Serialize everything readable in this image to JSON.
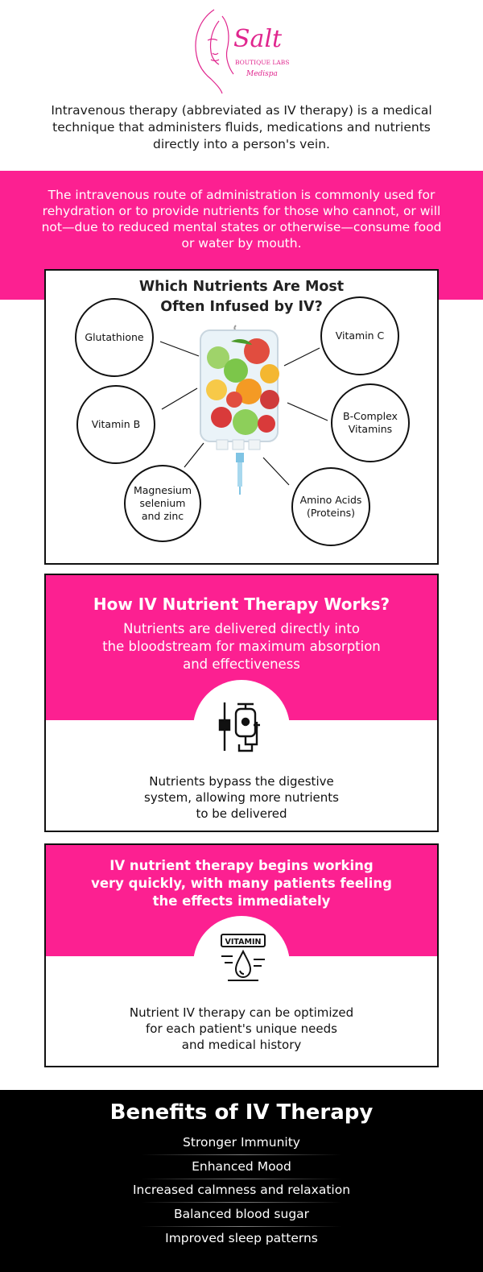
{
  "brand": {
    "name": "Salt",
    "sub": "BOUTIQUE LABS",
    "tag": "Medispa",
    "color": "#e0268e"
  },
  "intro": "Intravenous therapy (abbreviated as IV therapy) is a medical technique that administers fluids, medications and nutrients directly into a person's vein.",
  "band_text": "The intravenous route of administration is commonly used for rehydration or to provide nutrients for those who cannot, or will not—due to reduced mental states or otherwise—consume food or water by mouth.",
  "nutrients": {
    "title_line1": "Which Nutrients Are Most",
    "title_line2": "Often Infused by IV?",
    "items": [
      {
        "label": "Glutathione"
      },
      {
        "label": "Vitamin B"
      },
      {
        "label_line1": "Magnesium",
        "label_line2": "selenium",
        "label_line3": "and zinc"
      },
      {
        "label": "Vitamin C"
      },
      {
        "label_line1": "B-Complex",
        "label_line2": "Vitamins"
      },
      {
        "label_line1": "Amino Acids",
        "label_line2": "(Proteins)"
      }
    ]
  },
  "how": {
    "title": "How IV Nutrient Therapy Works?",
    "subtitle_line1": "Nutrients are delivered directly into",
    "subtitle_line2": "the bloodstream for maximum absorption",
    "subtitle_line3": "and effectiveness",
    "icon": "iv-drip-icon",
    "body_line1": "Nutrients bypass the digestive",
    "body_line2": "system, allowing more nutrients",
    "body_line3": "to be delivered"
  },
  "quick": {
    "title_line1": "IV nutrient therapy begins working",
    "title_line2": "very quickly, with many patients feeling",
    "title_line3": "the effects immediately",
    "icon": "vitamin-drop-icon",
    "icon_label": "VITAMIN",
    "body_line1": "Nutrient IV therapy can be optimized",
    "body_line2": "for each patient's unique needs",
    "body_line3": "and medical history"
  },
  "benefits": {
    "title": "Benefits of IV Therapy",
    "items": [
      "Stronger Immunity",
      "Enhanced Mood",
      "Increased calmness and relaxation",
      "Balanced blood sugar",
      "Improved sleep patterns"
    ]
  },
  "colors": {
    "pink": "#fc2091",
    "black": "#000000",
    "white": "#ffffff"
  }
}
